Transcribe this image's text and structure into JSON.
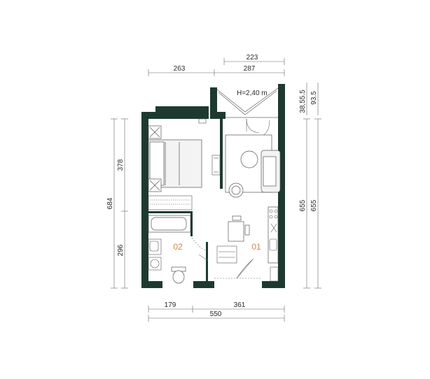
{
  "colors": {
    "wall": "#1e3a30",
    "room_label": "#c98a4e",
    "line": "#555555",
    "dim_text": "#2a2a2a",
    "furniture_fill": "#f3f3f3"
  },
  "ceiling_height": "H=2,40 m",
  "rooms": [
    {
      "id": "bathroom",
      "label": "02"
    },
    {
      "id": "living",
      "label": "01"
    }
  ],
  "dimensions": {
    "top": [
      "263",
      "287",
      "223"
    ],
    "bottom": [
      "179",
      "361",
      "550"
    ],
    "left": [
      "684",
      "378",
      "296"
    ],
    "right": [
      "655",
      "655",
      "93.5",
      "38,55.5"
    ]
  },
  "icons": [
    "window-icon",
    "door-icon",
    "bed-icon",
    "sofa-icon",
    "table-icon",
    "stove-icon",
    "sink-icon",
    "toilet-icon",
    "bathtub-icon",
    "washer-icon"
  ]
}
